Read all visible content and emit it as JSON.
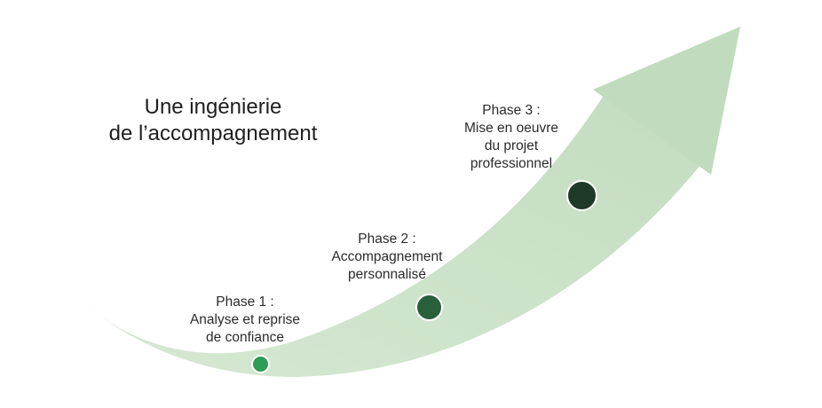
{
  "title": {
    "line1": "Une ingénierie",
    "line2": "de l’accompagnement"
  },
  "phases": [
    {
      "heading": "Phase 1 :",
      "lines": [
        "Analyse et reprise",
        "de confiance"
      ],
      "dot_color": "#2f9c57"
    },
    {
      "heading": "Phase 2 :",
      "lines": [
        "Accompagnement",
        "personnalisé"
      ],
      "dot_color": "#27603a"
    },
    {
      "heading": "Phase 3 :",
      "lines": [
        "Mise en oeuvre",
        "du projet",
        "professionnel"
      ],
      "dot_color": "#1f3a26"
    }
  ],
  "colors": {
    "arrow_light": "#cfe3cc",
    "arrow_head": "#c0dbbd"
  }
}
